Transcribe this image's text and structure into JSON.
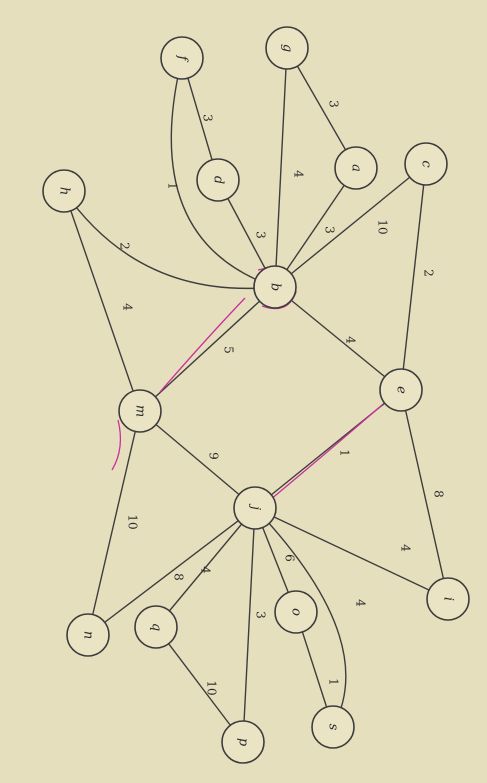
{
  "nodes": [
    {
      "id": "f",
      "label": "f"
    },
    {
      "id": "g",
      "label": "g"
    },
    {
      "id": "d",
      "label": "d"
    },
    {
      "id": "a",
      "label": "a"
    },
    {
      "id": "c_top",
      "label": "c"
    },
    {
      "id": "h",
      "label": "h"
    },
    {
      "id": "b",
      "label": "b"
    },
    {
      "id": "e",
      "label": "e"
    },
    {
      "id": "m",
      "label": "m"
    },
    {
      "id": "j",
      "label": "j"
    },
    {
      "id": "i",
      "label": "i"
    },
    {
      "id": "o",
      "label": "o"
    },
    {
      "id": "q",
      "label": "q"
    },
    {
      "id": "n",
      "label": "n"
    },
    {
      "id": "s",
      "label": "s"
    },
    {
      "id": "p",
      "label": "p"
    }
  ],
  "edges": [
    {
      "from": "f",
      "to": "d",
      "weight": "3"
    },
    {
      "from": "f",
      "to": "b",
      "weight": "1"
    },
    {
      "from": "g",
      "to": "a",
      "weight": "3"
    },
    {
      "from": "g",
      "to": "b",
      "weight": "4"
    },
    {
      "from": "d",
      "to": "b",
      "weight": "3"
    },
    {
      "from": "a",
      "to": "b",
      "weight": "3"
    },
    {
      "from": "c_top",
      "to": "b",
      "weight": "10"
    },
    {
      "from": "c_top",
      "to": "e",
      "weight": "2"
    },
    {
      "from": "h",
      "to": "b",
      "weight": "2"
    },
    {
      "from": "h",
      "to": "m",
      "weight": "4"
    },
    {
      "from": "b",
      "to": "e",
      "weight": "4"
    },
    {
      "from": "b",
      "to": "m",
      "weight": "5"
    },
    {
      "from": "e",
      "to": "j",
      "weight": "1"
    },
    {
      "from": "e",
      "to": "i",
      "weight": "8"
    },
    {
      "from": "m",
      "to": "j",
      "weight": "9"
    },
    {
      "from": "m",
      "to": "n",
      "weight": "10"
    },
    {
      "from": "j",
      "to": "i",
      "weight": "4"
    },
    {
      "from": "j",
      "to": "o",
      "weight": "6"
    },
    {
      "from": "j",
      "to": "s",
      "weight": "4"
    },
    {
      "from": "j",
      "to": "p",
      "weight": "3"
    },
    {
      "from": "j",
      "to": "q",
      "weight": "4"
    },
    {
      "from": "j",
      "to": "n",
      "weight": "8"
    },
    {
      "from": "o",
      "to": "s",
      "weight": "1"
    },
    {
      "from": "q",
      "to": "p",
      "weight": "10"
    }
  ]
}
